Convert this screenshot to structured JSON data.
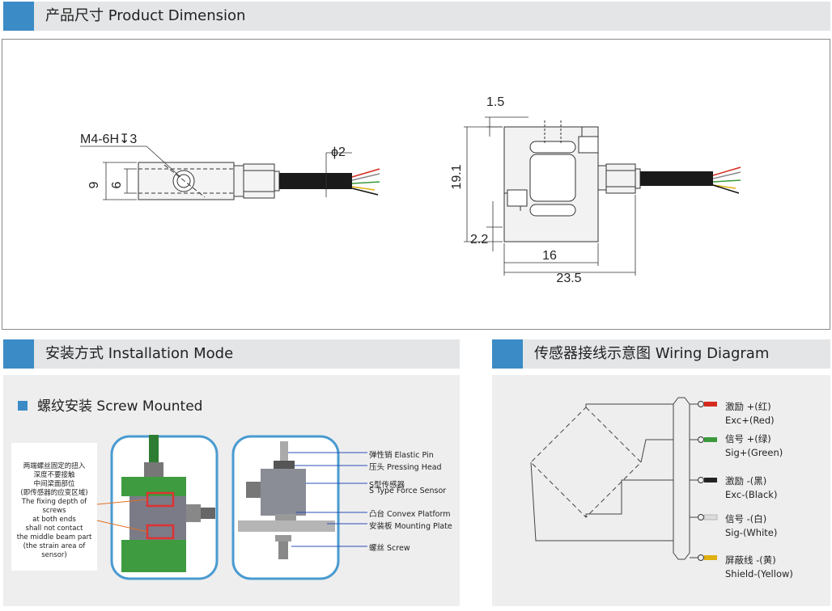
{
  "sections": {
    "product_dimension": "产品尺寸 Product Dimension",
    "installation_mode": "安装方式 Installation Mode",
    "wiring_diagram": "传感器接线示意图  Wiring Diagram"
  },
  "dimension": {
    "thread": "M4-6H↧3",
    "cable_dia": "ϕ2",
    "h9": "9",
    "h6": "6",
    "top_gap": "1.5",
    "height": "19.1",
    "bottom_gap": "2.2",
    "width16": "16",
    "width235": "23.5"
  },
  "installation": {
    "subtitle": "螺纹安装 Screw Mounted",
    "callout_cn": "两端螺丝固定的扭入\n深度不要接触\n中间梁面部位\n(即传感器的应变区域)",
    "callout_en": "The fixing depth of screws\nat both ends\nshall not contact\nthe middle beam part\n(the strain area of sensor)",
    "parts": [
      "弹性销 Elastic Pin",
      "压头 Pressing Head",
      "S型传感器",
      "S Type Force Sensor",
      "凸台 Convex Platform",
      "安装板 Mounting Plate",
      "螺丝 Screw"
    ]
  },
  "wiring": {
    "wires": [
      {
        "cn": "激励 +(红)",
        "en": "Exc+(Red)",
        "color": "#d62a1e"
      },
      {
        "cn": "信号 +(绿)",
        "en": "Sig+(Green)",
        "color": "#3a9a3a"
      },
      {
        "cn": "激励 -(黑)",
        "en": "Exc-(Black)",
        "color": "#222222"
      },
      {
        "cn": "信号 -(白)",
        "en": "Sig-(White)",
        "color": "#cccccc"
      },
      {
        "cn": "屏蔽线 -(黄)",
        "en": "Shield-(Yellow)",
        "color": "#e0b010"
      }
    ]
  },
  "colors": {
    "accent": "#3b8bc6",
    "header_bg": "#e4e5e7",
    "panel_bg": "#eeeeef"
  }
}
